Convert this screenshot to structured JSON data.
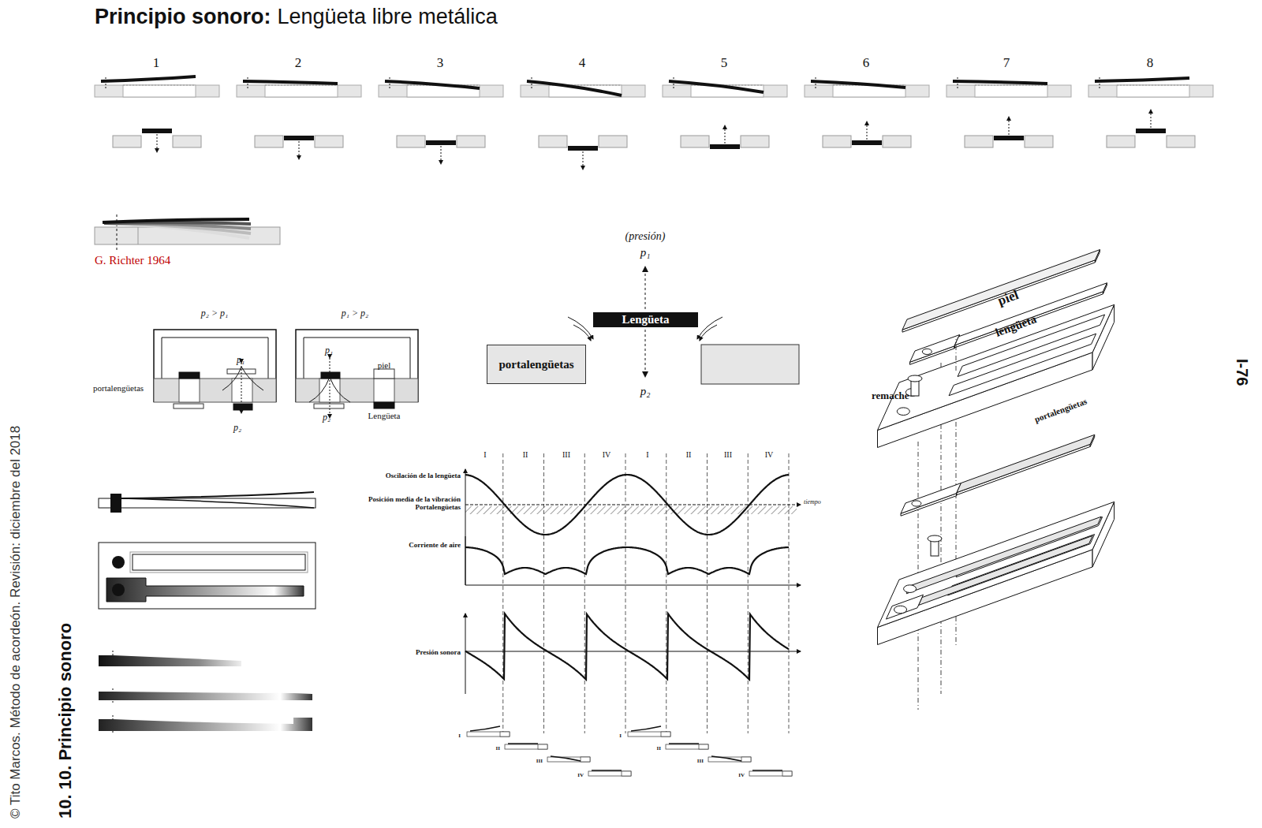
{
  "diagram": {
    "title": "Principio sonoro:",
    "nodes": [
      {
        "text": [
          "Lengüeta"
        ]
      },
      {
        "text": [
          "portalengüetas"
        ]
      }
    ],
    "edges": [],
    "labels": [
      "Lengüeta libre metálica",
      "1",
      "2",
      "3",
      "4",
      "5",
      "6",
      "7",
      "8",
      "G. Richter 1964",
      "p₂ > p₁",
      "portalengüetas",
      "p₁",
      "p₂",
      "p₁ > p₂",
      "p₁",
      "piel",
      "p₂",
      "Lengüeta",
      "(presión)",
      "p₁",
      "p₂",
      "I",
      "II",
      "III",
      "IV",
      "I",
      "II",
      "III",
      "IV",
      "Oscilación de la lengüeta",
      "Posición media de la vibración",
      "Portalengüetas",
      "tiempo",
      "Corriente de aire",
      "Presión sonora",
      "I",
      "II",
      "III",
      "IV",
      "I",
      "II",
      "III",
      "IV",
      "piel",
      "lengüeta",
      "portalengüetas",
      "remache",
      "I-76",
      "© Tito Marcos. Método de acordeón. Revisión: diciembre del 2018",
      "10. 10. Principio sonoro"
    ]
  }
}
